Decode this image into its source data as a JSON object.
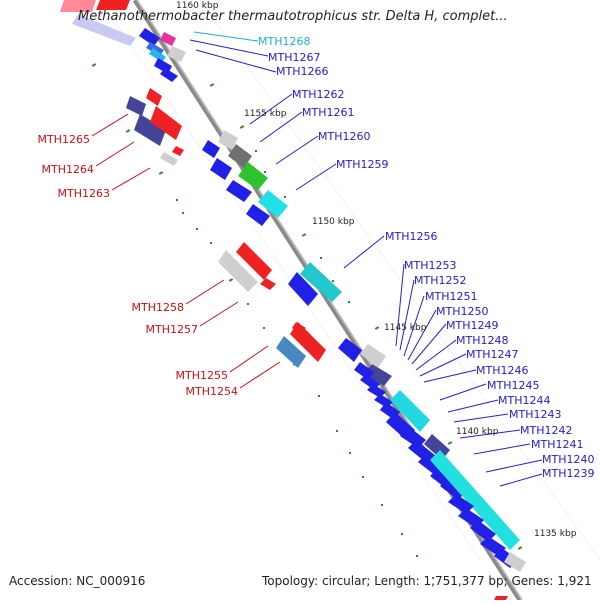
{
  "title": "Methanothermobacter thermautotrophicus str. Delta H, complet...",
  "footer": {
    "accession": "Accession: NC_000916",
    "topology": "Topology: circular; Length: 1,751,377 bp; Genes: 1,921"
  },
  "ticks": [
    "1160 kbp",
    "1155 kbp",
    "1150 kbp",
    "1145 kbp",
    "1140 kbp",
    "1135 kbp"
  ],
  "colors": {
    "backbone": "#888888",
    "forward_label": "#2222cc",
    "reverse_label": "#cc1111",
    "highlight_label": "#22aadd",
    "tick_dot": "#228b22"
  },
  "labels_forward": [
    "MTH1268",
    "MTH1267",
    "MTH1266",
    "MTH1262",
    "MTH1261",
    "MTH1260",
    "MTH1259",
    "MTH1256",
    "MTH1253",
    "MTH1252",
    "MTH1251",
    "MTH1250",
    "MTH1249",
    "MTH1248",
    "MTH1247",
    "MTH1246",
    "MTH1245",
    "MTH1244",
    "MTH1243",
    "MTH1242",
    "MTH1241",
    "MTH1240",
    "MTH1239"
  ],
  "labels_reverse": [
    "MTH1265",
    "MTH1264",
    "MTH1263",
    "MTH1258",
    "MTH1257",
    "MTH1255",
    "MTH1254"
  ]
}
